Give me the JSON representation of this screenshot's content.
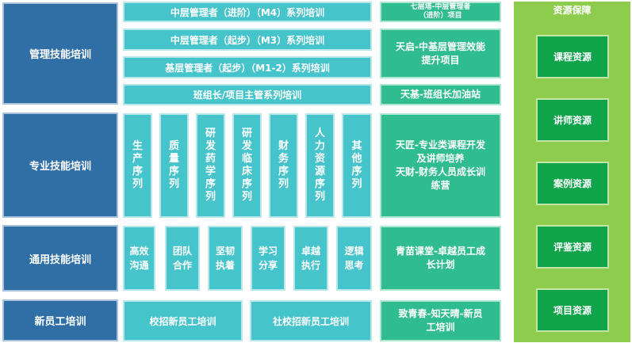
{
  "categories": {
    "mgmt": "管理技能培训",
    "pro": "专业技能培训",
    "gen": "通用技能培训",
    "new": "新员工培训"
  },
  "mgmt_programs": [
    "中层管理者（进阶）（M4）系列培训",
    "中层管理者（起步）（M3）系列培训",
    "基层管理者（起步）（M1-2）系列培训",
    "班组长/项目主管系列培训"
  ],
  "pro_sequences": [
    "生产序列",
    "质量序列",
    "研发药学序列",
    "研发临床序列",
    "财务序列",
    "人力资源序列",
    "其他序列"
  ],
  "gen_skills": [
    [
      "高效",
      "沟通"
    ],
    [
      "团队",
      "合作"
    ],
    [
      "坚韧",
      "执着"
    ],
    [
      "学习",
      "分享"
    ],
    [
      "卓越",
      "执行"
    ],
    [
      "逻辑",
      "思考"
    ]
  ],
  "new_programs": [
    "校招新员工培训",
    "社校招新员工培训"
  ],
  "projects": {
    "qicengta": [
      "七层塔-中层管理者",
      "（进阶）项目"
    ],
    "tianqi": [
      "天启-中基层管理效能",
      "提升项目"
    ],
    "tianji": "天基-班组长加油站",
    "tianjiang": [
      "天匠-专业类课程开发",
      "及讲师培养",
      "天财-财务人员成长训",
      "练营"
    ],
    "qingmiao": [
      "青苗课堂-卓越员工成",
      "长计划"
    ],
    "zhiqingchun": [
      "致青春-知天晴-新员",
      "工培训"
    ]
  },
  "resources": {
    "title": "资源保障",
    "items": [
      "课程资源",
      "讲师资源",
      "案例资源",
      "评鉴资源",
      "项目资源"
    ]
  },
  "colors": {
    "category": "#2f6fa6",
    "program": "#45c4cc",
    "project": "#2fbd8f",
    "resource_panel": "#8dcc4d",
    "resource_item": "#0fa44a"
  }
}
